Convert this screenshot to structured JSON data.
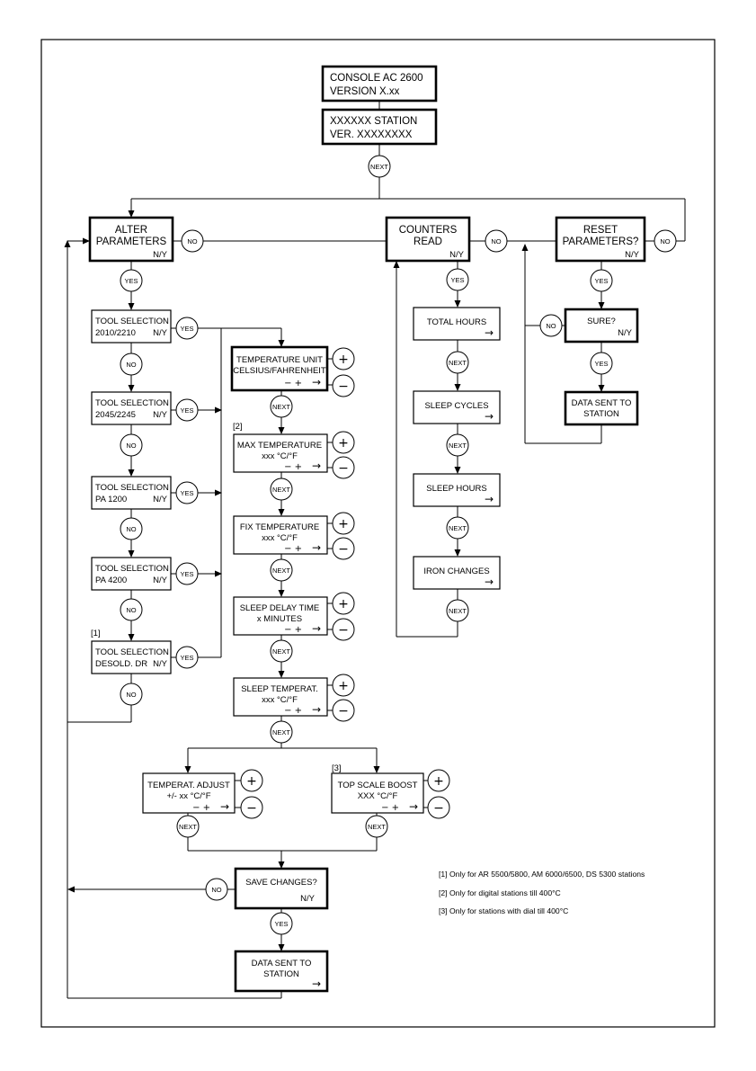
{
  "header": {
    "console_line1": "CONSOLE AC 2600",
    "console_line2": "VERSION X.xx",
    "station_line1": "XXXXXX STATION",
    "station_line2": "VER. XXXXXXXX"
  },
  "labels": {
    "next": "NEXT",
    "yes": "YES",
    "no": "NO",
    "ny": "N/Y",
    "plus": "+",
    "minus": "−",
    "minus_plus": "−  +",
    "arrow": "→"
  },
  "menus": {
    "alter_line1": "ALTER",
    "alter_line2": "PARAMETERS",
    "counters_line1": "COUNTERS",
    "counters_line2": "READ",
    "reset_line1": "RESET",
    "reset_line2": "PARAMETERS?"
  },
  "tools": [
    {
      "line1": "TOOL SELECTION",
      "line2": "2010/2210"
    },
    {
      "line1": "TOOL SELECTION",
      "line2": "2045/2245"
    },
    {
      "line1": "TOOL SELECTION",
      "line2": "PA 1200"
    },
    {
      "line1": "TOOL SELECTION",
      "line2": "PA 4200"
    },
    {
      "line1": "TOOL SELECTION",
      "line2": "DESOLD. DR"
    }
  ],
  "params": [
    {
      "line1": "TEMPERATURE UNIT",
      "line2": "CELSIUS/FAHRENHEIT"
    },
    {
      "line1": "MAX TEMPERATURE",
      "line2": "xxx °C/°F"
    },
    {
      "line1": "FIX TEMPERATURE",
      "line2": "xxx °C/°F"
    },
    {
      "line1": "SLEEP DELAY TIME",
      "line2": "x MINUTES"
    },
    {
      "line1": "SLEEP TEMPERAT.",
      "line2": "xxx °C/°F"
    }
  ],
  "adjust": {
    "line1": "TEMPERAT. ADJUST",
    "line2": "+/- xx °C/°F"
  },
  "boost": {
    "line1": "TOP SCALE BOOST",
    "line2": "XXX °C/°F"
  },
  "save": {
    "line1": "SAVE CHANGES?"
  },
  "data_sent": {
    "line1": "DATA SENT TO",
    "line2": "STATION"
  },
  "counters": {
    "c1": "TOTAL HOURS",
    "c2": "SLEEP CYCLES",
    "c3": "SLEEP HOURS",
    "c4": "IRON CHANGES"
  },
  "reset": {
    "sure": "SURE?",
    "sent_line1": "DATA SENT TO",
    "sent_line2": "STATION"
  },
  "marks": {
    "m1": "[1]",
    "m2": "[2]",
    "m3": "[3]"
  },
  "notes": [
    "[1] Only for AR 5500/5800, AM 6000/6500, DS 5300 stations",
    "[2] Only for digital stations till 400°C",
    "[3] Only for stations with dial till 400°C"
  ]
}
